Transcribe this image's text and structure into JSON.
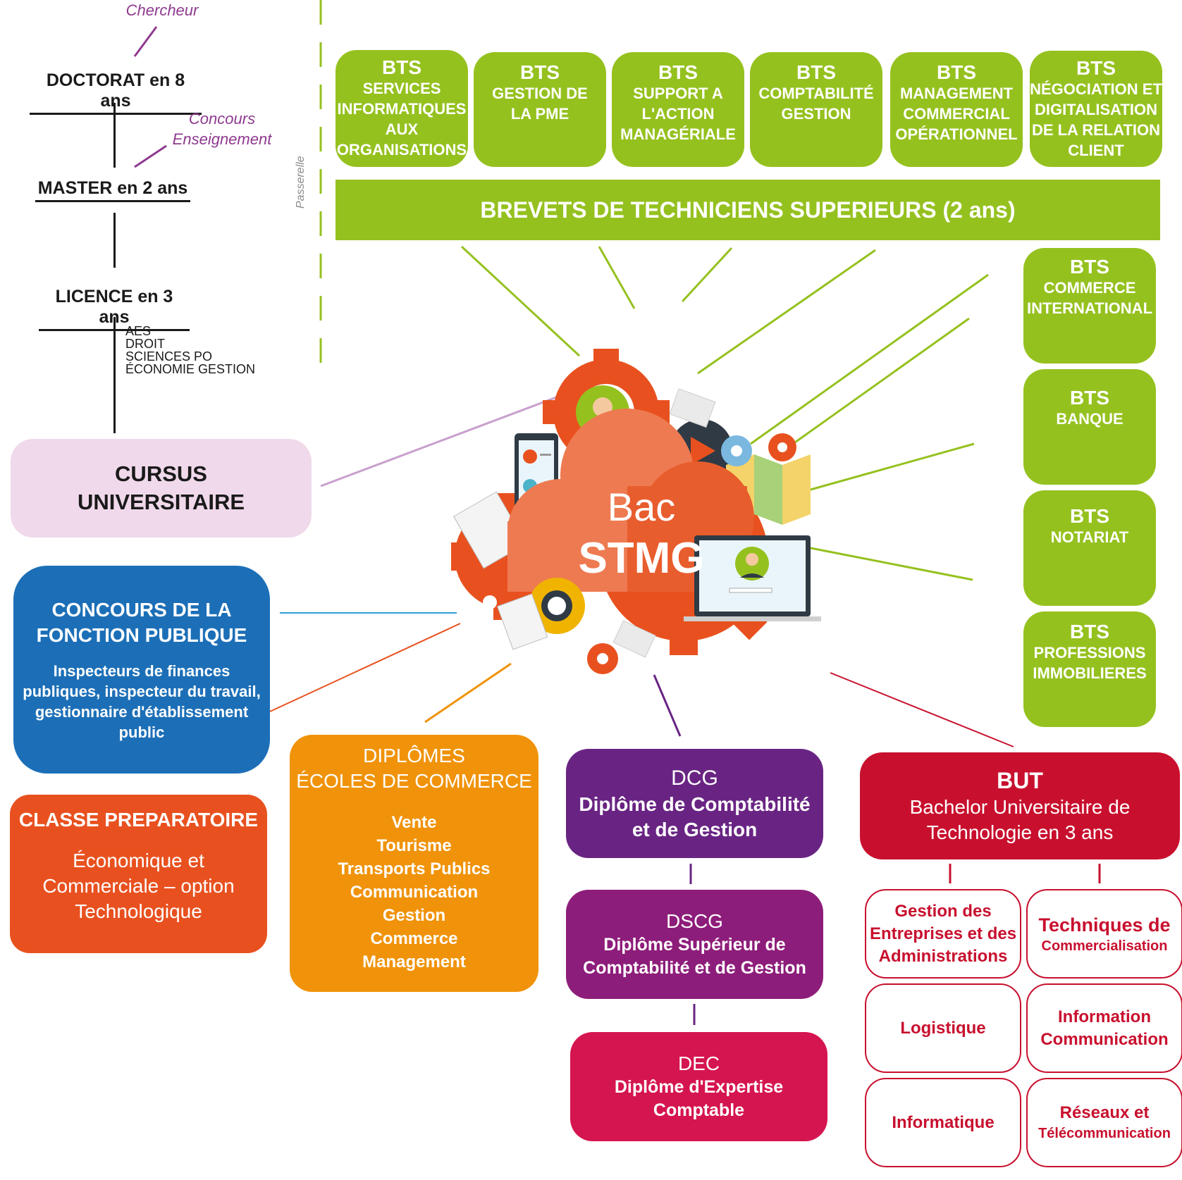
{
  "ladder": {
    "chercheur": "Chercheur",
    "doctorat": "DOCTORAT en 8 ans",
    "concours_line1": "Concours",
    "concours_line2": "Enseignement",
    "master": "MASTER en 2 ans",
    "licence": "LICENCE en 3 ans",
    "licence_items": [
      "AES",
      "DROIT",
      "SCIENCES PO",
      "ÉCONOMIE GESTION"
    ],
    "passerelle": "Passerelle"
  },
  "bts_top": [
    {
      "head": "BTS",
      "lines": [
        "SERVICES",
        "INFORMATIQUES",
        "AUX",
        "ORGANISATIONS"
      ]
    },
    {
      "head": "BTS",
      "lines": [
        "GESTION DE",
        "LA PME"
      ]
    },
    {
      "head": "BTS",
      "lines": [
        "SUPPORT A",
        "L'ACTION",
        "MANAGÉRIALE"
      ]
    },
    {
      "head": "BTS",
      "lines": [
        "COMPTABILITÉ",
        "GESTION"
      ]
    },
    {
      "head": "BTS",
      "lines": [
        "MANAGEMENT",
        "COMMERCIAL",
        "OPÉRATIONNEL"
      ]
    },
    {
      "head": "BTS",
      "lines": [
        "NÉGOCIATION ET",
        "DIGITALISATION",
        "DE LA RELATION",
        "CLIENT"
      ]
    }
  ],
  "bts_banner": "BREVETS DE TECHNICIENS SUPERIEURS (2 ans)",
  "bts_side": [
    {
      "head": "BTS",
      "lines": [
        "COMMERCE",
        "INTERNATIONAL"
      ]
    },
    {
      "head": "BTS",
      "lines": [
        "BANQUE"
      ]
    },
    {
      "head": "BTS",
      "lines": [
        "NOTARIAT"
      ]
    },
    {
      "head": "BTS",
      "lines": [
        "PROFESSIONS",
        "IMMOBILIERES"
      ]
    }
  ],
  "center": {
    "line1": "Bac",
    "line2": "STMG"
  },
  "cursus": {
    "line1": "CURSUS",
    "line2": "UNIVERSITAIRE"
  },
  "concours": {
    "title1": "CONCOURS DE LA",
    "title2": "FONCTION PUBLIQUE",
    "body": [
      "Inspecteurs de finances",
      "publiques, inspecteur du travail,",
      "gestionnaire d'établissement",
      "public"
    ]
  },
  "prepa": {
    "title": "CLASSE PREPARATOIRE",
    "body": [
      "Économique et",
      "Commerciale – option",
      "Technologique"
    ]
  },
  "ecoles": {
    "title1": "DIPLÔMES",
    "title2": "ÉCOLES DE COMMERCE",
    "items": [
      "Vente",
      "Tourisme",
      "Transports Publics",
      "Communication",
      "Gestion",
      "Commerce",
      "Management"
    ]
  },
  "dcg": {
    "title": "DCG",
    "body": [
      "Diplôme de Comptabilité",
      "et de Gestion"
    ]
  },
  "dscg": {
    "title": "DSCG",
    "body": [
      "Diplôme Supérieur de",
      "Comptabilité et de Gestion"
    ]
  },
  "dec": {
    "title": "DEC",
    "body": [
      "Diplôme d'Expertise",
      "Comptable"
    ]
  },
  "but": {
    "title": "BUT",
    "body": [
      "Bachelor Universitaire de",
      "Technologie en 3 ans"
    ],
    "subs": [
      {
        "lines": [
          "Gestion des",
          "Entreprises et des",
          "Administrations"
        ]
      },
      {
        "lines": [
          "Techniques de",
          "Commercialisation"
        ]
      },
      {
        "lines": [
          "Logistique"
        ]
      },
      {
        "lines": [
          "Information",
          "Communication"
        ]
      },
      {
        "lines": [
          "Informatique"
        ]
      },
      {
        "lines": [
          "Réseaux et",
          "Télécommunication"
        ]
      }
    ]
  },
  "colors": {
    "green": "#95c11f",
    "pink": "#f0d9ea",
    "blue": "#1c6fb7",
    "orange_red": "#e8511f",
    "orange": "#f0930a",
    "purple": "#692483",
    "magenta": "#8d1d7a",
    "crimson": "#d5154f",
    "red": "#c8102e"
  }
}
